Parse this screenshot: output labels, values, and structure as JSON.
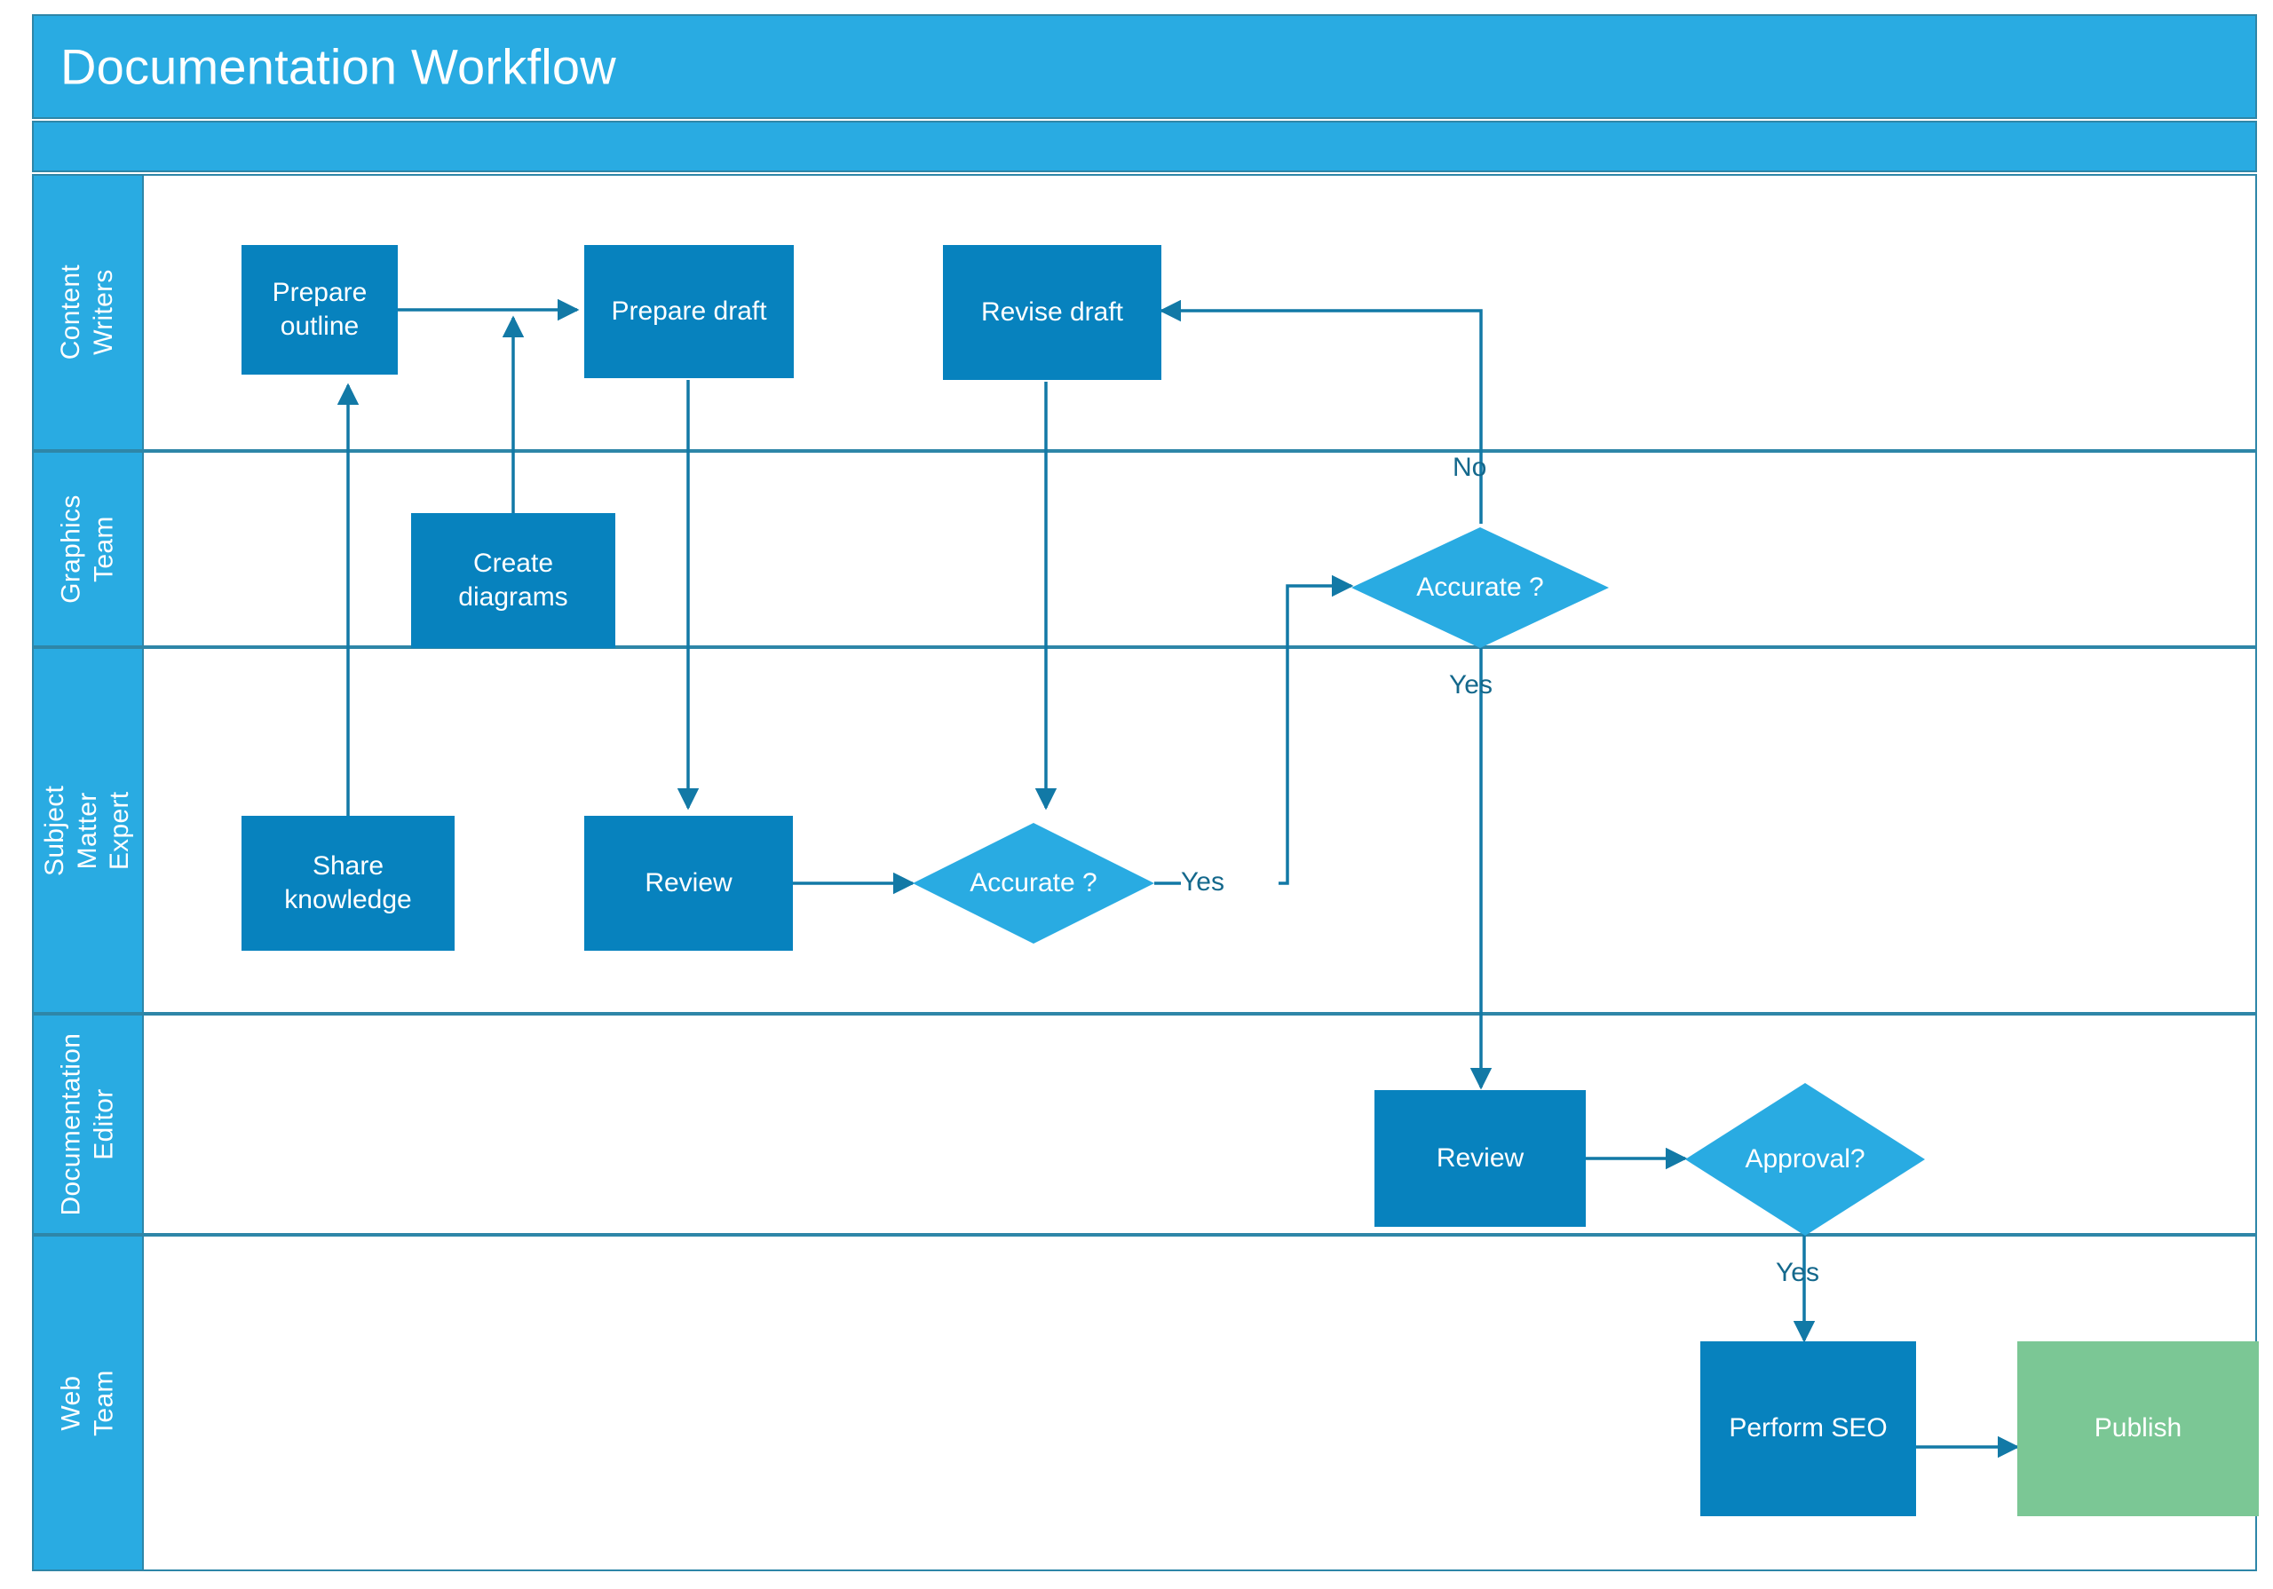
{
  "diagram": {
    "title": "Documentation Workflow",
    "type": "swimlane-flowchart",
    "colors": {
      "header_blue": "#29ABE2",
      "process_blue": "#0782BE",
      "decision_blue": "#29ABE2",
      "terminator_green": "#7BC795",
      "line_blue": "#2E86A8",
      "label_text": "#14688C",
      "shape_text": "#FFFFFF",
      "canvas": "#FFFFFF"
    },
    "lanes": [
      {
        "id": "content-writers",
        "label": "Content\nWriters"
      },
      {
        "id": "graphics-team",
        "label": "Graphics Team"
      },
      {
        "id": "subject-matter-expert",
        "label": "Subject Matter\nExpert"
      },
      {
        "id": "documentation-editor",
        "label": "Documentation\nEditor"
      },
      {
        "id": "web-team",
        "label": "Web Team"
      }
    ],
    "nodes": [
      {
        "id": "prepare-outline",
        "label": "Prepare\noutline",
        "shape": "process",
        "lane": "content-writers"
      },
      {
        "id": "prepare-draft",
        "label": "Prepare draft",
        "shape": "process",
        "lane": "content-writers"
      },
      {
        "id": "revise-draft",
        "label": "Revise draft",
        "shape": "process",
        "lane": "content-writers"
      },
      {
        "id": "create-diagrams",
        "label": "Create\ndiagrams",
        "shape": "process",
        "lane": "graphics-team"
      },
      {
        "id": "accurate-writers",
        "label": "Accurate ?",
        "shape": "decision",
        "lane": "graphics-team"
      },
      {
        "id": "share-knowledge",
        "label": "Share\nknowledge",
        "shape": "process",
        "lane": "subject-matter-expert"
      },
      {
        "id": "review-sme",
        "label": "Review",
        "shape": "process",
        "lane": "subject-matter-expert"
      },
      {
        "id": "accurate-sme",
        "label": "Accurate ?",
        "shape": "decision",
        "lane": "subject-matter-expert"
      },
      {
        "id": "review-editor",
        "label": "Review",
        "shape": "process",
        "lane": "documentation-editor"
      },
      {
        "id": "approval",
        "label": "Approval?",
        "shape": "decision",
        "lane": "documentation-editor"
      },
      {
        "id": "perform-seo",
        "label": "Perform SEO",
        "shape": "process",
        "lane": "web-team"
      },
      {
        "id": "publish",
        "label": "Publish",
        "shape": "terminator",
        "lane": "web-team"
      }
    ],
    "edge_labels": [
      {
        "id": "no-label",
        "text": "No"
      },
      {
        "id": "yes-graphics",
        "text": "Yes"
      },
      {
        "id": "yes-sme",
        "text": "Yes"
      },
      {
        "id": "yes-approval",
        "text": "Yes"
      }
    ],
    "edges": [
      {
        "from": "prepare-outline",
        "to": "prepare-draft",
        "label": ""
      },
      {
        "from": "create-diagrams",
        "to": "prepare-draft",
        "label": ""
      },
      {
        "from": "share-knowledge",
        "to": "prepare-outline",
        "label": ""
      },
      {
        "from": "prepare-draft",
        "to": "review-sme",
        "label": ""
      },
      {
        "from": "review-sme",
        "to": "accurate-sme",
        "label": ""
      },
      {
        "from": "accurate-sme",
        "to": "accurate-writers",
        "label": "Yes"
      },
      {
        "from": "revise-draft",
        "to": "accurate-writers",
        "label": ""
      },
      {
        "from": "accurate-writers",
        "to": "revise-draft",
        "label": "No"
      },
      {
        "from": "accurate-writers",
        "to": "review-editor",
        "label": "Yes"
      },
      {
        "from": "review-editor",
        "to": "approval",
        "label": ""
      },
      {
        "from": "approval",
        "to": "perform-seo",
        "label": "Yes"
      },
      {
        "from": "perform-seo",
        "to": "publish",
        "label": ""
      }
    ]
  }
}
